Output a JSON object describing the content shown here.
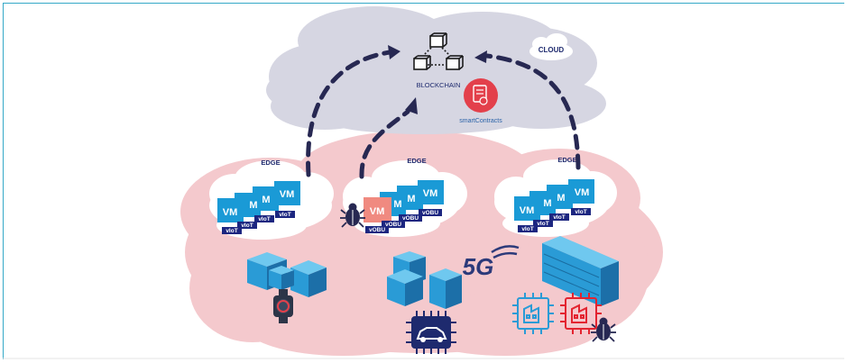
{
  "labels": {
    "cloud": "CLOUD",
    "blockchain": "BLOCKCHAIN",
    "smart_contracts": "smartContracts",
    "edge_left": "EDGE",
    "edge_center": "EDGE",
    "edge_right": "EDGE",
    "network": "5G"
  },
  "edge_left": {
    "vms": [
      "VM",
      "M",
      "M",
      "VM"
    ],
    "tags": [
      "vIoT",
      "vIoT",
      "vIoT",
      "vIoT"
    ]
  },
  "edge_center": {
    "vms": [
      "VM",
      "M",
      "M",
      "VM"
    ],
    "tags": [
      "vOBU",
      "vOBU",
      "vOBU",
      "vOBU"
    ]
  },
  "edge_right": {
    "vms": [
      "VM",
      "M",
      "M",
      "VM"
    ],
    "tags": [
      "vIoT",
      "vIoT",
      "vIoT",
      "vIoT"
    ]
  },
  "colors": {
    "cloud": "#d6d6e2",
    "edge_zone": "#f4c9cd",
    "vm": "#1a9ad6",
    "tag": "#1c2680",
    "arrow": "#272852",
    "compromised": "#f08a80",
    "smart_contract_badge": "#e3404b"
  },
  "icons": [
    "blockchain-icon",
    "smart-contract-icon",
    "bug-icon",
    "building-icon",
    "smartwatch-icon",
    "car-chip-icon",
    "cpu-factory-icon",
    "signal-icon"
  ]
}
